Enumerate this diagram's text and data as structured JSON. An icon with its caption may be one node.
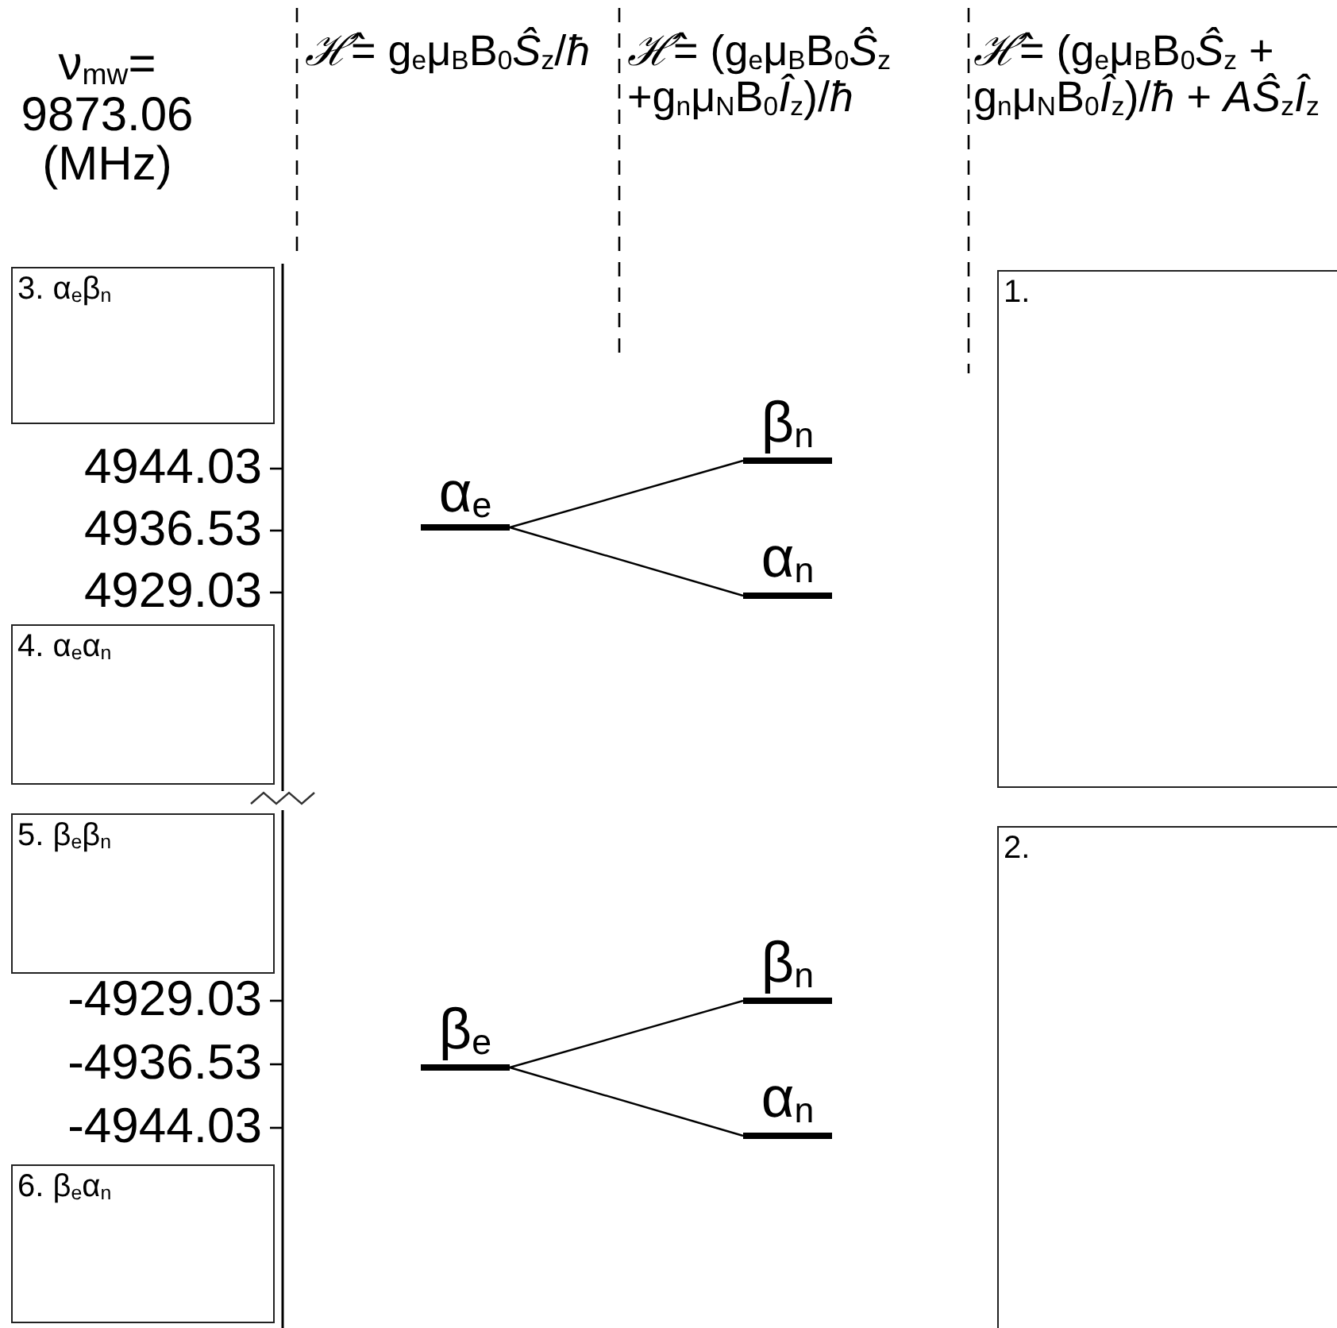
{
  "diagram": {
    "nodes": [
      {
        "text": [
          "3. α$_{e}$β$_{n}$"
        ]
      },
      {
        "text": [
          "1."
        ]
      },
      {
        "text": [
          "α$_{e}$"
        ]
      },
      {
        "text": [
          "β$_{n}$"
        ]
      },
      {
        "text": [
          "α$_{n}$"
        ]
      },
      {
        "text": [
          "4. α$_{e}$α$_{n}$"
        ]
      },
      {
        "text": [
          "5. β$_{e}$β$_{n}$"
        ]
      },
      {
        "text": [
          "2."
        ]
      },
      {
        "text": [
          "β$_{e}$"
        ]
      },
      {
        "text": [
          "β$_{n}$"
        ]
      },
      {
        "text": [
          "α$_{n}$"
        ]
      },
      {
        "text": [
          "6. β$_{e}$α$_{n}$"
        ]
      }
    ],
    "edges": [
      {
        "from": 2,
        "to": 3,
        "arrow": "none"
      },
      {
        "from": 2,
        "to": 4,
        "arrow": "none"
      },
      {
        "from": 8,
        "to": 9,
        "arrow": "none"
      },
      {
        "from": 8,
        "to": 10,
        "arrow": "none"
      }
    ],
    "labels": [
      "ν$_{mw}$= 9873.06 (MHz)",
      "*ℋ̂*= g$_{e}$μ$_{B}$B$_{0}$*Ŝ*$_{z}$/*ħ*",
      "*ℋ̂*= (g$_{e}$μ$_{B}$B$_{0}$*Ŝ*$_{z}$ +g$_{n}$μ$_{N}$B$_{0}$*Î*$_{z}$)/*ħ*",
      "*ℋ̂*= (g$_{e}$μ$_{B}$B$_{0}$*Ŝ*$_{z}$ + g$_{n}$μ$_{N}$B$_{0}$*Î*$_{z}$)/*ħ* + *AŜ*$_{z}$*Î*$_{z}$",
      "4944.03",
      "4936.53",
      "4929.03",
      "-4929.03",
      "-4936.53",
      "-4944.03"
    ]
  }
}
